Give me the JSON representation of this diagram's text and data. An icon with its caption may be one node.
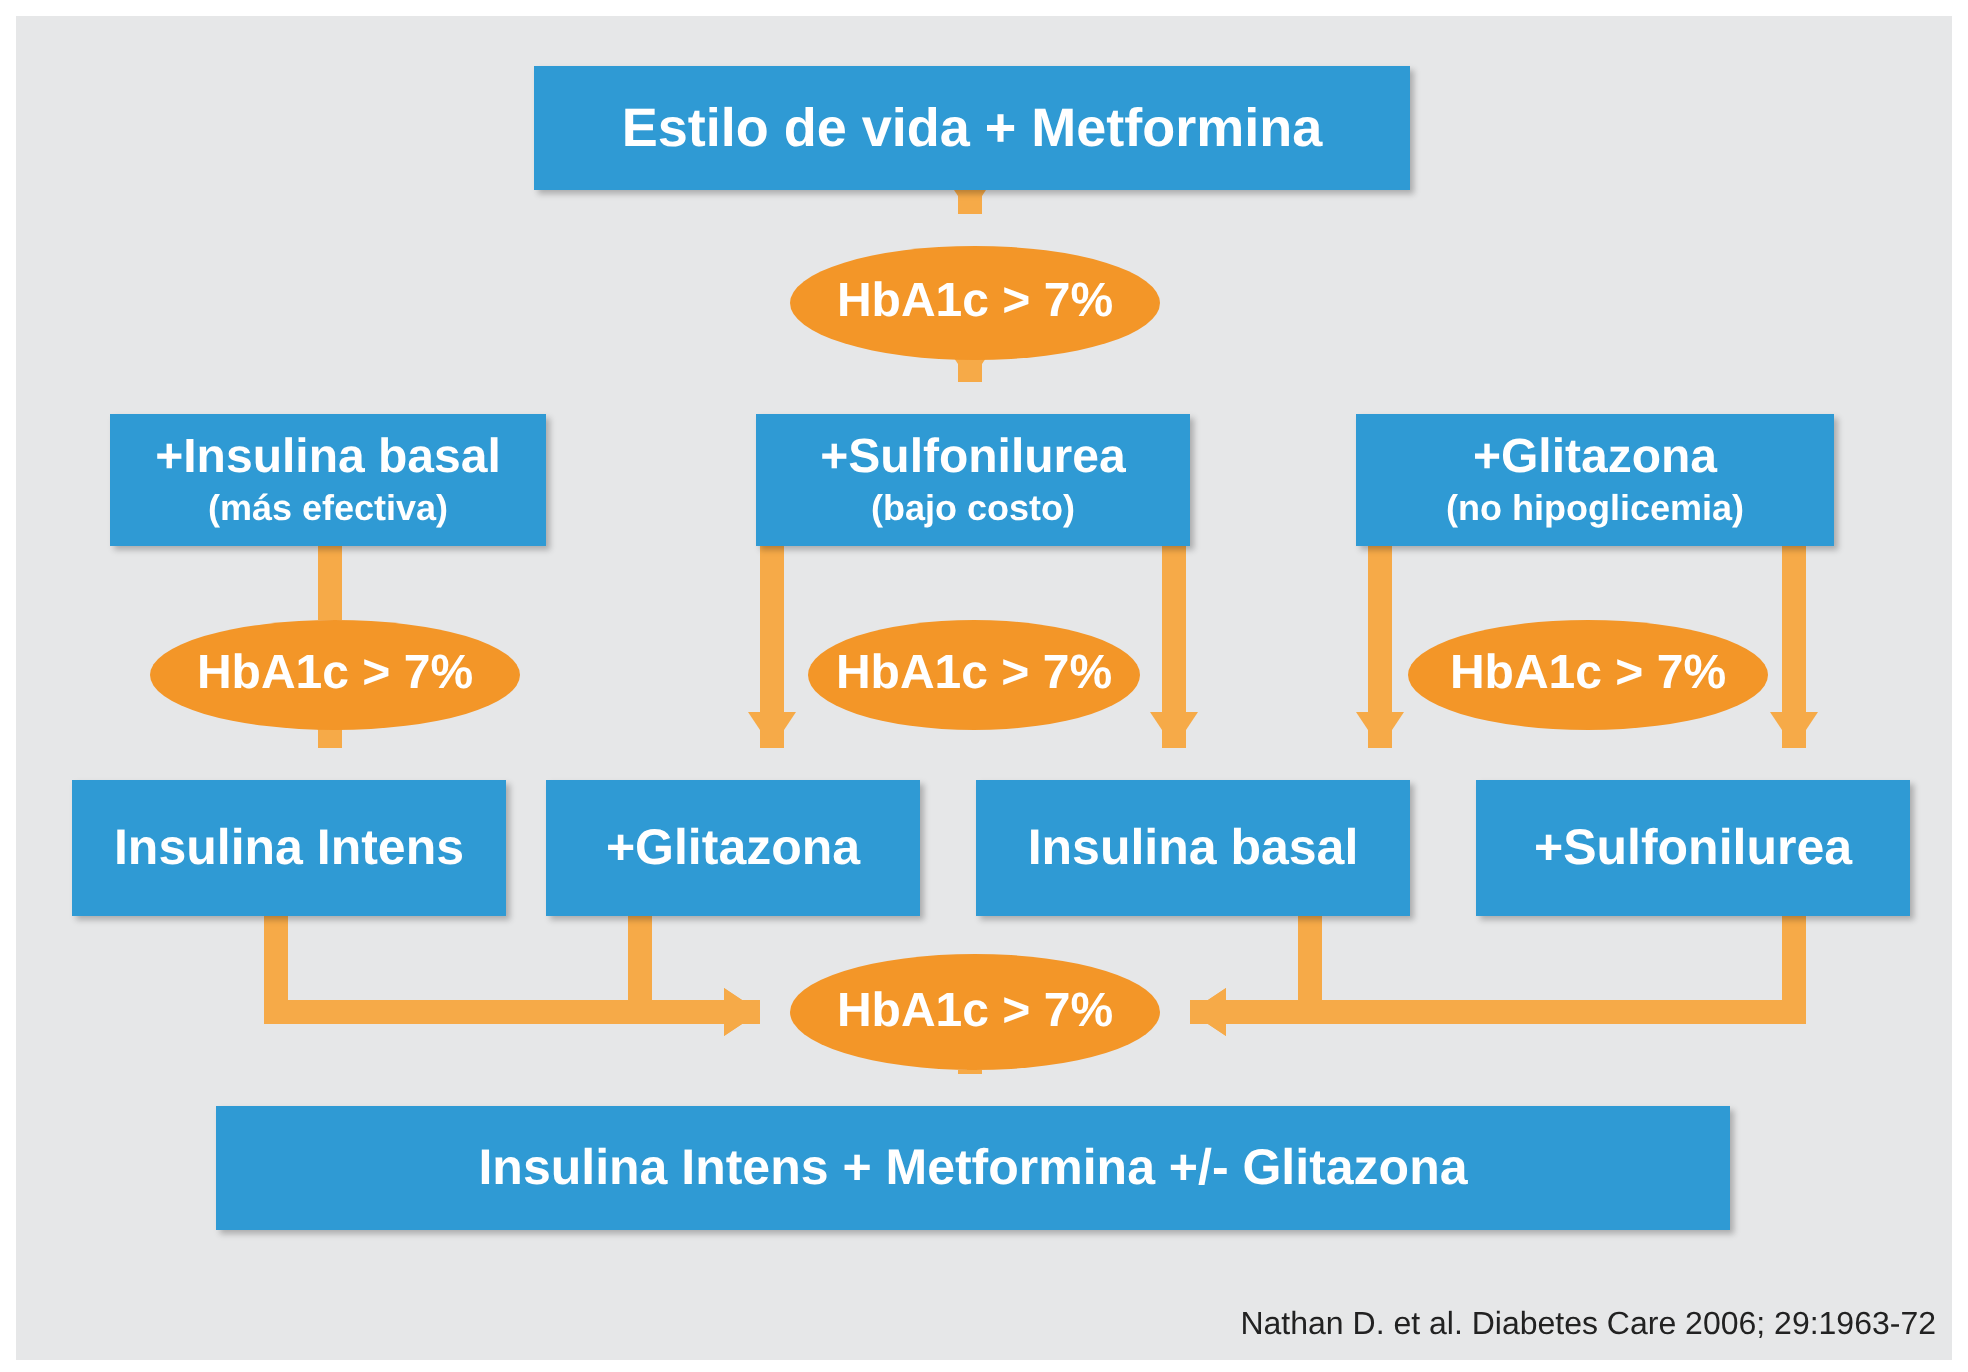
{
  "diagram": {
    "nodes": [
      {
        "text": [
          "Estilo de vida + Metformina"
        ]
      },
      {
        "text": [
          "HbA1c > 7%"
        ]
      },
      {
        "text": [
          "+Insulina basal",
          "(más efectiva)"
        ]
      },
      {
        "text": [
          "+Sulfonilurea",
          "(bajo costo)"
        ]
      },
      {
        "text": [
          "+Glitazona",
          "(no hipoglicemia)"
        ]
      },
      {
        "text": [
          "HbA1c > 7%"
        ]
      },
      {
        "text": [
          "HbA1c > 7%"
        ]
      },
      {
        "text": [
          "HbA1c > 7%"
        ]
      },
      {
        "text": [
          "Insulina Intens"
        ]
      },
      {
        "text": [
          "+Glitazona"
        ]
      },
      {
        "text": [
          "Insulina basal"
        ]
      },
      {
        "text": [
          "+Sulfonilurea"
        ]
      },
      {
        "text": [
          "HbA1c > 7%"
        ]
      },
      {
        "text": [
          "Insulina Intens + Metformina +/- Glitazona"
        ]
      }
    ],
    "edges": [
      {
        "from": 0,
        "to": 1,
        "arrow": "to"
      },
      {
        "from": 1,
        "to": 3,
        "arrow": "to"
      },
      {
        "from": 2,
        "to": 5,
        "arrow": "none"
      },
      {
        "from": 5,
        "to": 8,
        "arrow": "to"
      },
      {
        "from": 3,
        "to": 9,
        "arrow": "to"
      },
      {
        "from": 3,
        "to": 10,
        "arrow": "to"
      },
      {
        "from": 4,
        "to": 10,
        "arrow": "to"
      },
      {
        "from": 4,
        "to": 11,
        "arrow": "to"
      },
      {
        "from": 8,
        "to": 12,
        "arrow": "to"
      },
      {
        "from": 9,
        "to": 12,
        "arrow": "to"
      },
      {
        "from": 10,
        "to": 12,
        "arrow": "to"
      },
      {
        "from": 11,
        "to": 12,
        "arrow": "to"
      },
      {
        "from": 12,
        "to": 13,
        "arrow": "to"
      }
    ],
    "labels": [
      "Nathan D. et al. Diabetes Care 2006; 29:1963-72"
    ]
  }
}
